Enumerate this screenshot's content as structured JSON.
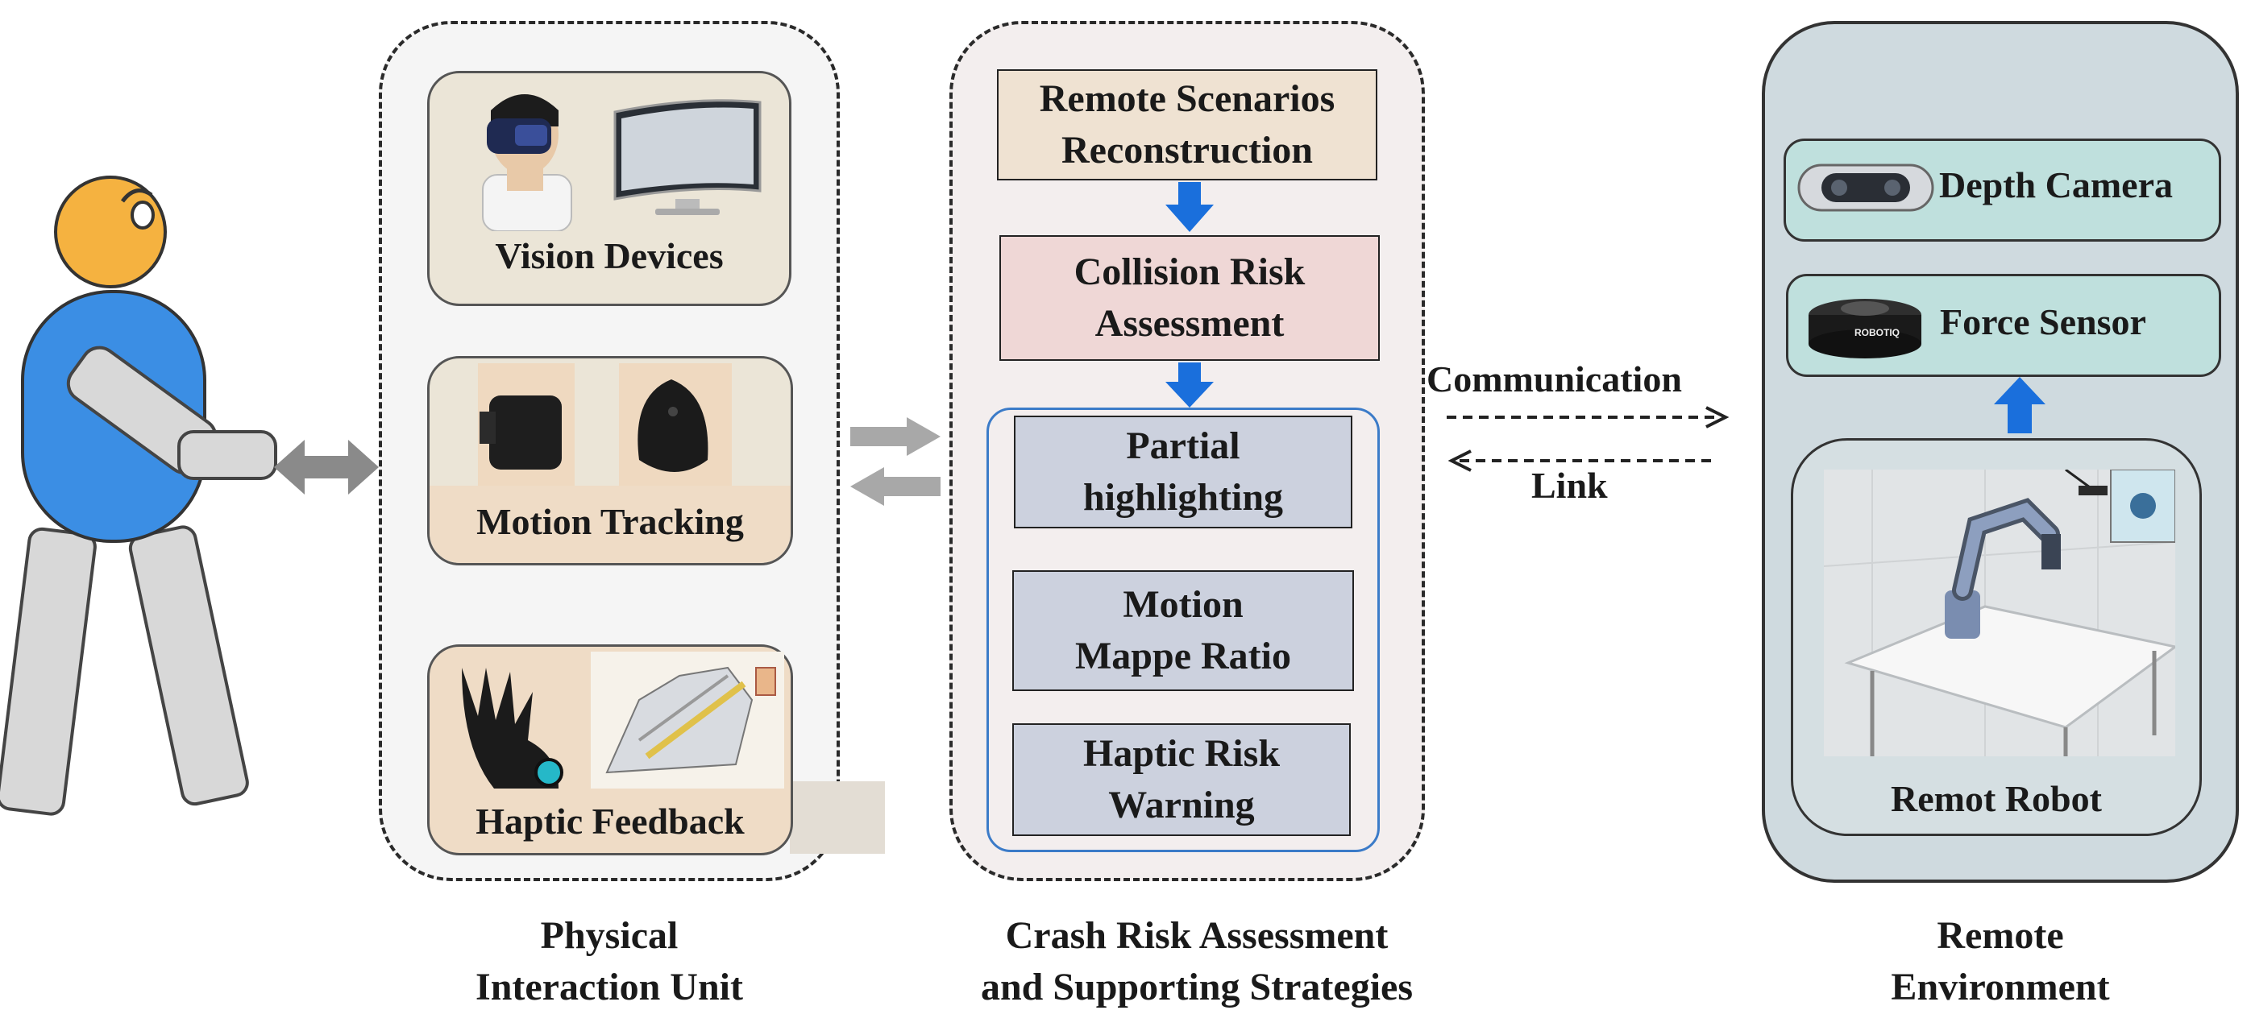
{
  "vision_devices_label": "Vision Devices",
  "motion_tracking_label": "Motion Tracking",
  "haptic_feedback_label": "Haptic Feedback",
  "physical_unit_caption": "Physical\nInteraction Unit",
  "reconstruction_label": "Remote Scenarios\nReconstruction",
  "collision_label": "Collision Risk\nAssessment",
  "partial_label": "Partial\nhighlighting",
  "motion_ratio_label": "Motion\nMappe Ratio",
  "haptic_warning_label": "Haptic Risk\nWarning",
  "crash_caption": "Crash Risk Assessment\nand Supporting Strategies",
  "communication_label": "Communication",
  "link_label": "Link",
  "depth_camera_label": "Depth Camera",
  "force_sensor_label": "Force Sensor",
  "force_sensor_brand": "ROBOTIQ",
  "remote_robot_label": "Remot Robot",
  "remote_env_caption": "Remote\nEnvironment",
  "colors": {
    "person_blue": "#3b8ee4",
    "person_head": "#f5b240",
    "limb_gray": "#d8d8d8",
    "arrow_blue": "#1a6fdc",
    "box_tan": "#efe2d2",
    "box_pink": "#efd7d6",
    "box_strategy": "#ccd1de",
    "sensor_teal": "#bfe0dd",
    "remote_bg": "#cfdadf"
  }
}
